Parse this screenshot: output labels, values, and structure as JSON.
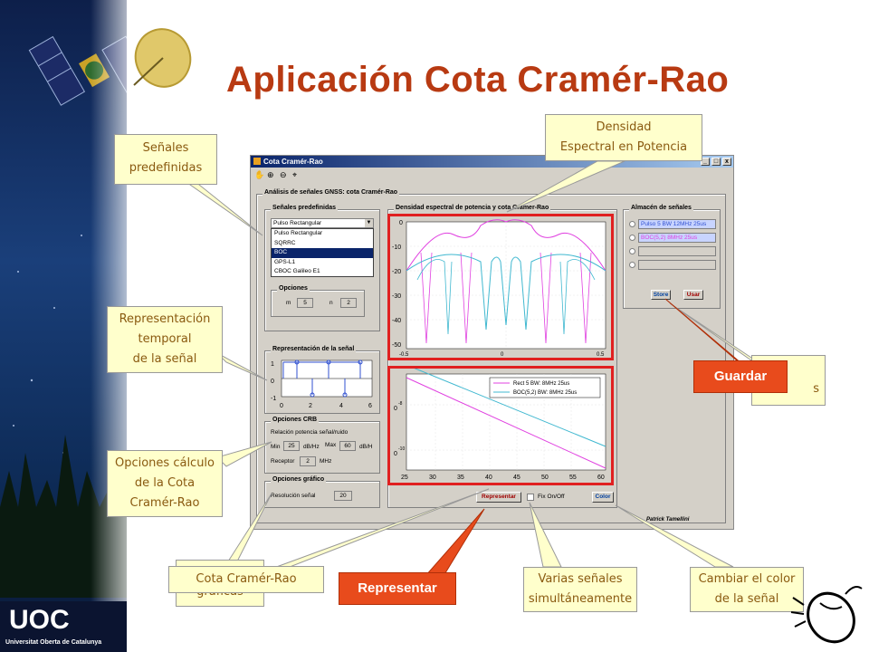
{
  "title": "Aplicación Cota Cramér-Rao",
  "logo": {
    "text": "UOC",
    "subtitle": "Universitat Oberta de Catalunya"
  },
  "callouts": {
    "senales": [
      "Señales",
      "predefinidas"
    ],
    "densidad": [
      "Densidad",
      "Espectral en Potencia"
    ],
    "repr": [
      "Representación",
      "temporal",
      "de la señal"
    ],
    "opciones": [
      "Opciones cálculo",
      "de la Cota",
      "Cramér-Rao"
    ],
    "cota": "Cota Cramér-Rao",
    "graficas": "gráficas",
    "varias": [
      "Varias señales",
      "simultáneamente"
    ],
    "color": [
      "Cambiar el color",
      "de la señal"
    ],
    "guardar_tail": "s"
  },
  "red_buttons": {
    "guardar": "Guardar",
    "representar": "Representar"
  },
  "window": {
    "title": "Cota Cramér-Rao",
    "main_panel": "Análisis de señales GNSS: cota Cramér-Rao",
    "predef": {
      "title": "Señales predefinidas",
      "selected": "Pulso Rectangular",
      "options": [
        "Pulso Rectangular",
        "SQRRC",
        "BOC",
        "GPS-L1",
        "CBOC Galileo E1"
      ],
      "highlighted": "BOC"
    },
    "opciones": {
      "title": "Opciones",
      "m_label": "m",
      "m_value": "5",
      "n_label": "n",
      "n_value": "2"
    },
    "repr": {
      "title": "Representación de la señal",
      "yticks": [
        "1",
        "0",
        "-1"
      ],
      "xticks": [
        "0",
        "2",
        "4",
        "6"
      ]
    },
    "crb": {
      "title": "Opciones CRB",
      "ratio_label": "Relación potencia señal/ruido",
      "min_label": "Min",
      "min_value": "25",
      "min_unit": "dB/Hz",
      "max_label": "Max",
      "max_value": "60",
      "max_unit": "dB/H",
      "rx_label": "Receptor",
      "rx_value": "2",
      "rx_unit": "MHz"
    },
    "graf": {
      "title": "Opciones gráfico",
      "res_label": "Resolución señal",
      "res_value": "20"
    },
    "plots_panel": "Densidad espectral de potencia y cota Cramer-Rao",
    "psd": {
      "yticks": [
        "0",
        "-10",
        "-20",
        "-30",
        "-40",
        "-50"
      ],
      "xticks": [
        "-0.5",
        "0",
        "0.5"
      ]
    },
    "crb_plot": {
      "legend": [
        "Rect 5 BW: 8MHz 25us",
        "BOC(5,2) BW: 8MHz 25us"
      ],
      "xticks": [
        "25",
        "30",
        "35",
        "40",
        "45",
        "50",
        "55",
        "60"
      ],
      "ytick_top": "0",
      "ytick_top_exp": "-8",
      "ytick_bot": "0",
      "ytick_bot_exp": "-10"
    },
    "store_panel": "Almacén de señales",
    "store_slots": [
      "Pulso 5 BW 12MHz 25us",
      "BOC(5,2) 8MHz 25us",
      "",
      ""
    ],
    "store_btn": "Store",
    "usar_btn": "Usar",
    "representar_btn": "Representar",
    "fix_label": "Fix On/Off",
    "color_btn": "Color",
    "author": "Patrick Tamellini"
  }
}
